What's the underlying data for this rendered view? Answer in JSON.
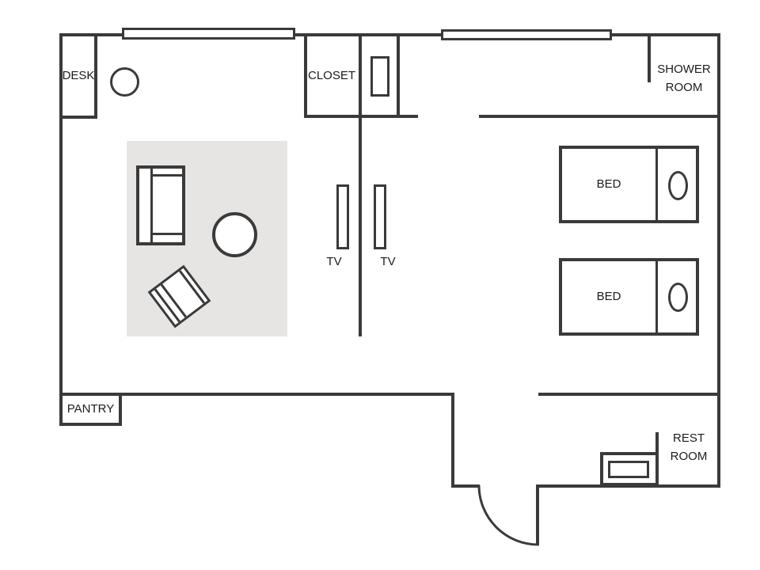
{
  "diagram": {
    "type": "floor-plan"
  },
  "labels": {
    "desk": "DESK",
    "closet": "CLOSET",
    "shower_room": "SHOWER ROOM",
    "beds": [
      "BED",
      "BED"
    ],
    "tvs": [
      "TV",
      "TV"
    ],
    "pantry": "PANTRY",
    "rest_room": "REST ROOM"
  },
  "colors": {
    "wall": "#3a3a3a",
    "rug": "#e6e5e4",
    "text": "#1c1c1c",
    "background": "#ffffff"
  }
}
